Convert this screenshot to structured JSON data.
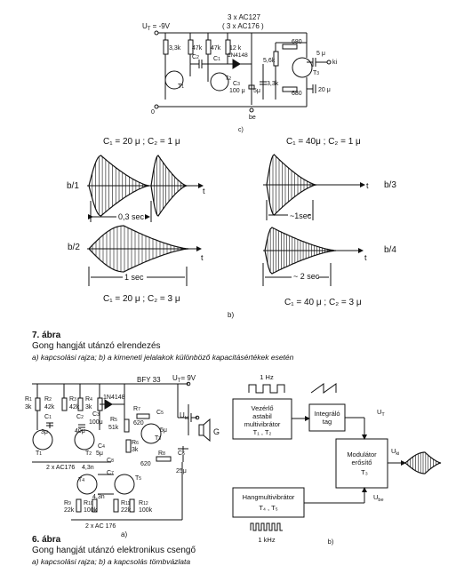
{
  "top_circuit": {
    "supply": "U",
    "supply_sub": "T",
    "supply_val": " = -9V",
    "transistors": "3 x AC127",
    "transistors2": "( 3 x AC176 )",
    "r1": "3,3k",
    "r2": "47k",
    "r3": "47k",
    "r4": "12 k",
    "diode": "1N4148",
    "c2": "C",
    "c2sub": "2",
    "c1": "C",
    "c1sub": "1",
    "t1": "T",
    "t1sub": "1",
    "t2": "T",
    "t2sub": "2",
    "t3": "T",
    "t3sub": "3",
    "c3": "C",
    "c3sub": "3",
    "c3val": "100 μ",
    "c4val": "5μ",
    "r56": "5,6k",
    "r680a": "680",
    "r680b": "680",
    "r33": "3,3k",
    "c5u": "5 μ",
    "c20u": "20 μ",
    "ki": "ki",
    "be": "be",
    "label": "c)",
    "zero": "0"
  },
  "waveforms": {
    "p1": "C₁ = 20 μ  ;  C₂ = 1 μ",
    "p2": "C₁ = 40μ  ;  C₂ = 1 μ",
    "p3": "C₁ = 20 μ  ;  C₂ = 3 μ",
    "p4": "C₁ = 40 μ  ;  C₂ = 3 μ",
    "b1": "b/1",
    "b2": "b/2",
    "b3": "b/3",
    "b4": "b/4",
    "t": "t",
    "d03": "0,3 sec",
    "d1a": "1 sec",
    "d1b": "~1sec",
    "d2": "~ 2 sec",
    "label": "b)"
  },
  "caption7": {
    "fig": "7. ábra",
    "title": "Gong hangját utánzó elrendezés",
    "a": "a)",
    "a_text": " kapcsolási rajza; ",
    "b": "b)",
    "b_text": " a kimeneti jelalakok különböző kapacitásértékek esetén"
  },
  "bottom_circuit": {
    "bfy": "BFY 33",
    "ut": "U",
    "ut_sub": "T",
    "ut_val": "= 9V",
    "r1": "R",
    "r1s": "1",
    "r1v": "3k",
    "r2": "R",
    "r2s": "2",
    "r2v": "42k",
    "r3": "R",
    "r3s": "3",
    "r3v": "42k",
    "r4": "R",
    "r4s": "4",
    "r4v": "3k",
    "c1": "C",
    "c1s": "1",
    "c1v": "3μ",
    "c2": "C",
    "c2s": "2",
    "c2v": "40μ",
    "diode": "1N4148",
    "c3": "C",
    "c3s": "3",
    "c3v": "100μ",
    "r5": "R",
    "r5s": "5",
    "r5v": "51k",
    "r6": "R",
    "r6s": "6",
    "r6v": "3k",
    "r7": "R",
    "r7s": "7",
    "r7v": "620",
    "r8": "R",
    "r8s": "8",
    "r8v": "620",
    "c4": "C",
    "c4s": "4",
    "c4v": "5μ",
    "c5": "C",
    "c5s": "5",
    "c5v": "5μ",
    "c6": "C",
    "c6s": "6",
    "c6v": "25μ",
    "c7": "C",
    "c7s": "7",
    "c7v": "4,3n",
    "c8": "C",
    "c8s": "8",
    "c8v": "4,3n",
    "t1": "T",
    "t1s": "1",
    "t2": "T",
    "t2s": "2",
    "t3": "T",
    "t3s": "3",
    "t4": "T",
    "t4s": "4",
    "t5": "T",
    "t5s": "5",
    "r9": "R",
    "r9s": "9",
    "r9v": "22k",
    "r10": "R",
    "r10s": "10",
    "r10v": "100k",
    "r11": "R",
    "r11s": "11",
    "r11v": "22k",
    "r12": "R",
    "r12s": "12",
    "r12v": "100k",
    "pair1": "2 x AC176",
    "pair2": "2 x AC 176",
    "uki": "U",
    "uki_sub": "ki",
    "g": "G",
    "label": "a)"
  },
  "block": {
    "hz1": "1 Hz",
    "khz": "1 kHz",
    "b1a": "Vezérlő",
    "b1b": "astabil",
    "b1c": "multivibrátor",
    "b1d": "T₁ , T₂",
    "b2a": "Integráló",
    "b2b": "tag",
    "b3a": "Modulátor",
    "b3b": "erősítő",
    "b3c": "T₃",
    "b4a": "Hangmultivibrátor",
    "b4b": "T₄ , T₅",
    "ut": "U",
    "ut_sub": "T",
    "uki": "U",
    "uki_sub": "ki",
    "ube": "U",
    "ube_sub": "be",
    "label": "b)"
  },
  "caption6": {
    "fig": "6. ábra",
    "title": "Gong hangját utánzó elektronikus csengő",
    "a": "a)",
    "a_text": " kapcsolási rajza; ",
    "b": "b)",
    "b_text": " a kapcsolás tömbvázlata"
  }
}
